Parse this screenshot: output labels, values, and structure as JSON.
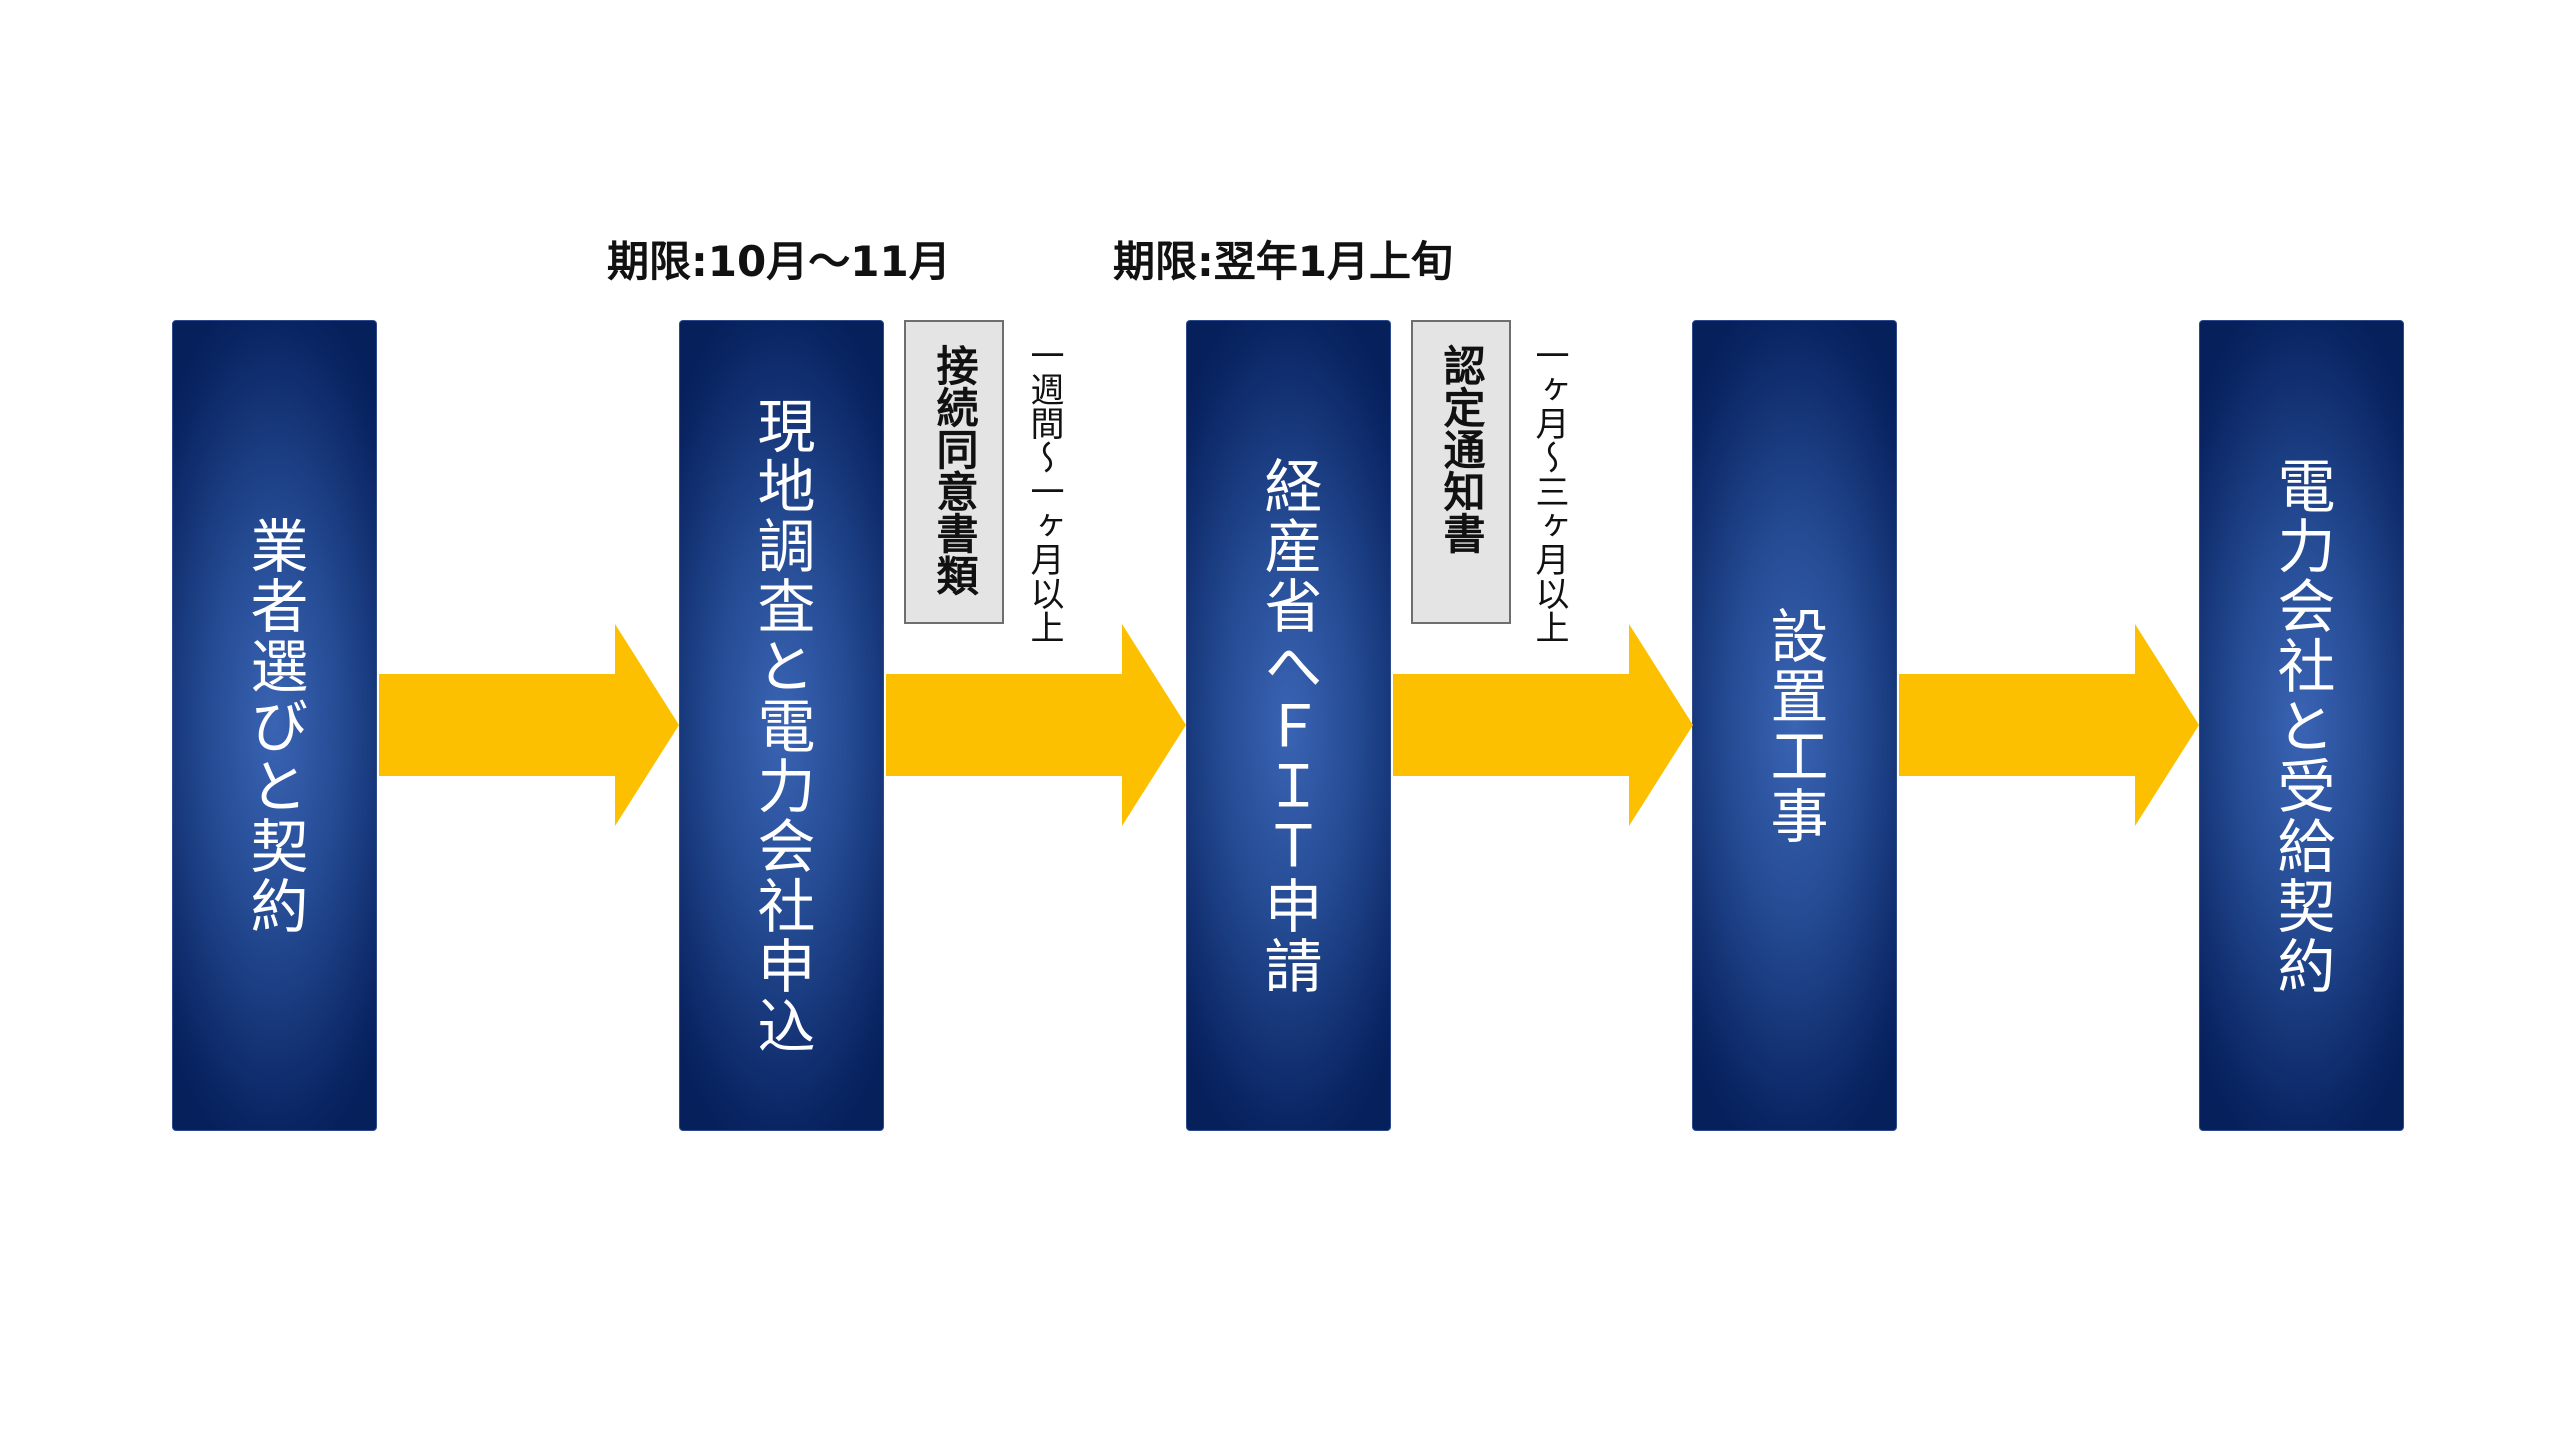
{
  "deadlines": [
    "期限:10月～11月",
    "期限:翌年1月上旬"
  ],
  "steps": [
    "業者選びと契約",
    "現地調査と電力会社申込",
    "経産省へＦＩＴ申請",
    "設置工事",
    "電力会社と受給契約"
  ],
  "documents": [
    "接続同意書類",
    "認定通知書"
  ],
  "durations": [
    "一週間～一ヶ月以上",
    "一ヶ月～三ヶ月以上"
  ],
  "colors": {
    "arrow": "#FDC000",
    "step_dark": "#0a2563",
    "step_light": "#3a64b4",
    "note_bg": "#e4e4e4"
  }
}
